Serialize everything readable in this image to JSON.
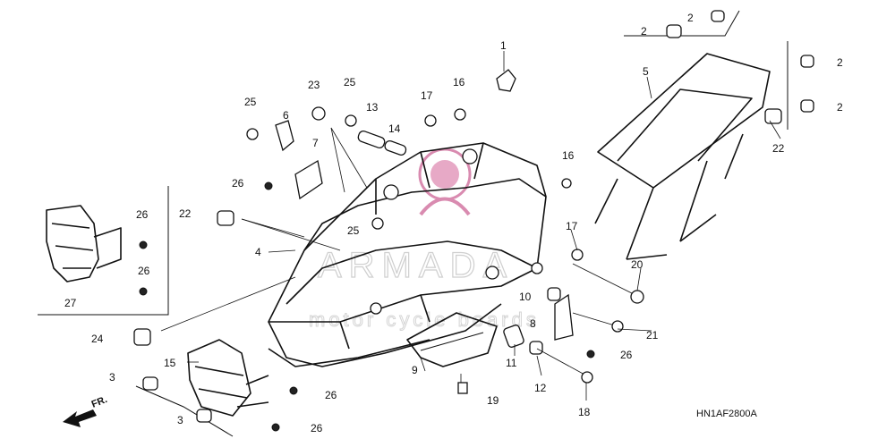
{
  "watermark": {
    "brand": "ARMADA",
    "tagline": "motor cycle boards",
    "logo_color": "#d98bb0"
  },
  "diagram_code": "HN1AF2800A",
  "direction_label": "FR.",
  "callouts": [
    {
      "id": "c1",
      "label": "1"
    },
    {
      "id": "c2a",
      "label": "2"
    },
    {
      "id": "c2b",
      "label": "2"
    },
    {
      "id": "c2c",
      "label": "2"
    },
    {
      "id": "c2d",
      "label": "2"
    },
    {
      "id": "c3a",
      "label": "3"
    },
    {
      "id": "c3b",
      "label": "3"
    },
    {
      "id": "c4",
      "label": "4"
    },
    {
      "id": "c5",
      "label": "5"
    },
    {
      "id": "c6",
      "label": "6"
    },
    {
      "id": "c7",
      "label": "7"
    },
    {
      "id": "c8",
      "label": "8"
    },
    {
      "id": "c9",
      "label": "9"
    },
    {
      "id": "c10",
      "label": "10"
    },
    {
      "id": "c11",
      "label": "11"
    },
    {
      "id": "c12",
      "label": "12"
    },
    {
      "id": "c13",
      "label": "13"
    },
    {
      "id": "c14",
      "label": "14"
    },
    {
      "id": "c15",
      "label": "15"
    },
    {
      "id": "c16a",
      "label": "16"
    },
    {
      "id": "c16b",
      "label": "16"
    },
    {
      "id": "c17a",
      "label": "17"
    },
    {
      "id": "c17b",
      "label": "17"
    },
    {
      "id": "c18",
      "label": "18"
    },
    {
      "id": "c19",
      "label": "19"
    },
    {
      "id": "c20",
      "label": "20"
    },
    {
      "id": "c21",
      "label": "21"
    },
    {
      "id": "c22a",
      "label": "22"
    },
    {
      "id": "c22b",
      "label": "22"
    },
    {
      "id": "c23",
      "label": "23"
    },
    {
      "id": "c24",
      "label": "24"
    },
    {
      "id": "c25a",
      "label": "25"
    },
    {
      "id": "c25b",
      "label": "25"
    },
    {
      "id": "c25c",
      "label": "25"
    },
    {
      "id": "c26a",
      "label": "26"
    },
    {
      "id": "c26b",
      "label": "26"
    },
    {
      "id": "c26c",
      "label": "26"
    },
    {
      "id": "c26d",
      "label": "26"
    },
    {
      "id": "c26e",
      "label": "26"
    },
    {
      "id": "c26f",
      "label": "26"
    },
    {
      "id": "c27",
      "label": "27"
    }
  ]
}
